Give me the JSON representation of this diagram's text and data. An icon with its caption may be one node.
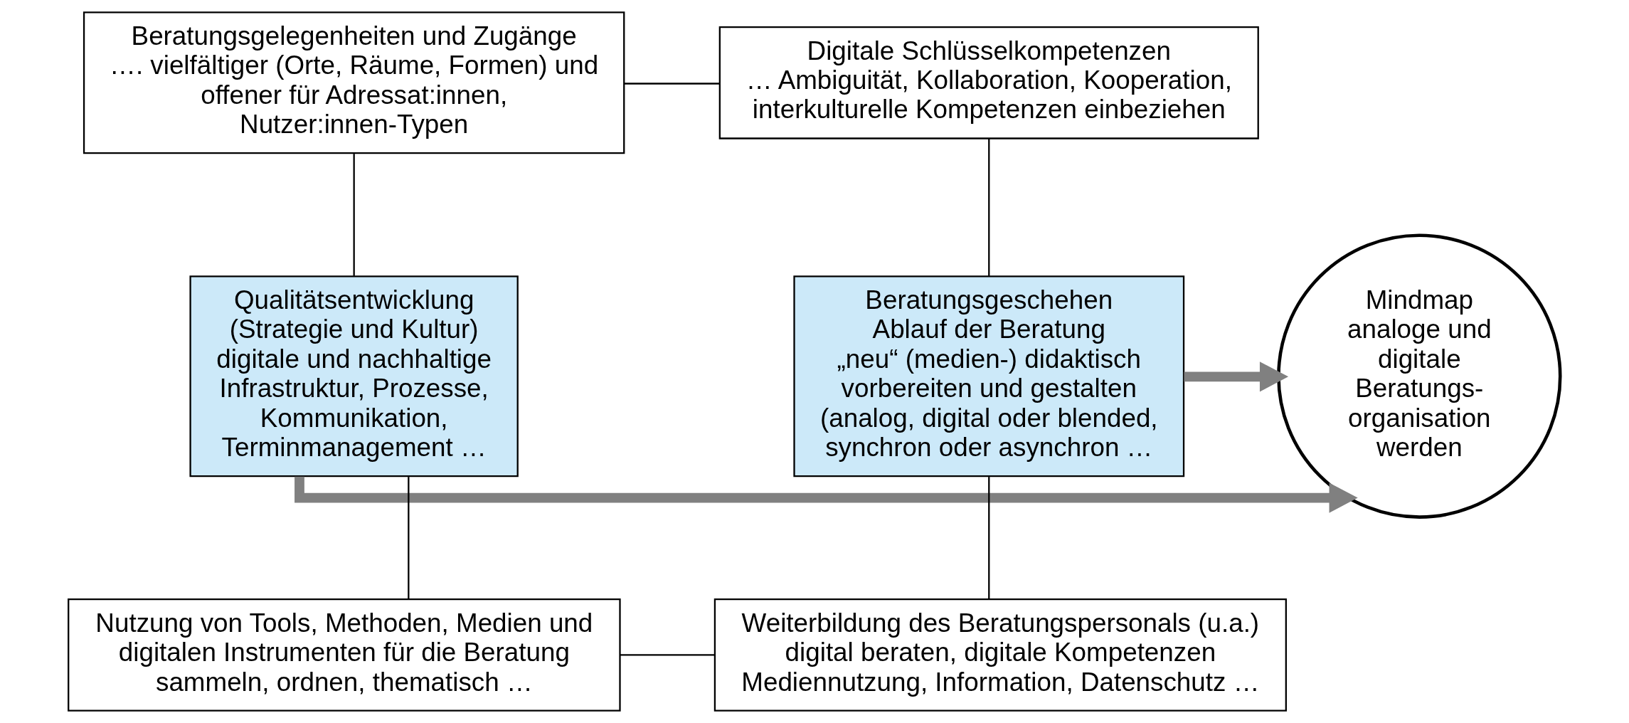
{
  "diagram": {
    "nodes": [
      {
        "text": [
          "Beratungsgelegenheiten und Zugänge",
          "…. vielfältiger (Orte, Räume, Formen) und offener für Adressat:innen, Nutzer:innen-Typen"
        ]
      },
      {
        "text": [
          "Digitale Schlüsselkompetenzen",
          "… Ambiguität, Kollaboration, Kooperation, interkulturelle Kompetenzen einbeziehen"
        ]
      },
      {
        "text": [
          "Qualitätsentwicklung",
          "(Strategie und Kultur)",
          "digitale und nachhaltige Infrastruktur, Prozesse, Kommunikation, Terminmanagement …"
        ]
      },
      {
        "text": [
          "Mindmap",
          "analoge und digitale Beratungs- organisation werden"
        ]
      },
      {
        "text": [
          "Beratungsgeschehen",
          "Ablauf der Beratung",
          "„neu“ (medien-) didaktisch vorbereiten und gestalten",
          "(analog, digital oder blended, synchron oder asynchron …"
        ]
      },
      {
        "text": [
          "Nutzung von Tools, Methoden, Medien und digitalen Instrumenten für die Beratung sammeln, ordnen, thematisch …"
        ]
      },
      {
        "text": [
          "Weiterbildung des Beratungspersonals (u.a.)",
          "digital beraten, digitale Kompetenzen Mediennutzung, Information, Datenschutz …"
        ]
      }
    ],
    "edges": [
      {
        "from": 0,
        "to": 1,
        "arrow": "none"
      },
      {
        "from": 0,
        "to": 2,
        "arrow": "none"
      },
      {
        "from": 1,
        "to": 4,
        "arrow": "none"
      },
      {
        "from": 2,
        "to": 3,
        "arrow": "to",
        "style": "thick",
        "color": "#808080"
      },
      {
        "from": 4,
        "to": 3,
        "arrow": "to",
        "style": "thick",
        "color": "#808080"
      },
      {
        "from": 2,
        "to": 5,
        "arrow": "none"
      },
      {
        "from": 4,
        "to": 6,
        "arrow": "none"
      },
      {
        "from": 5,
        "to": 6,
        "arrow": "none"
      }
    ]
  }
}
